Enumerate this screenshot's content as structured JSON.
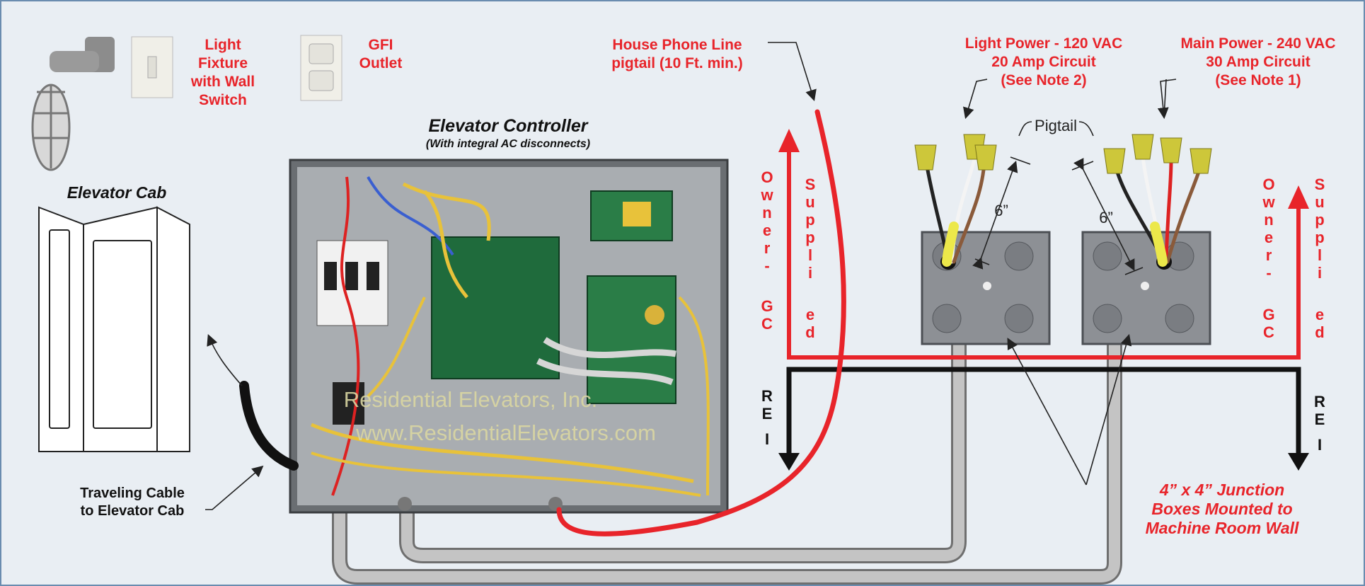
{
  "colors": {
    "label_red": "#e8242a",
    "background": "#e9eef3",
    "frame": "#6a8caf",
    "conduit": "#b7b7b7",
    "rei_line": "#111111"
  },
  "labels": {
    "light_fixture": [
      "Light",
      "Fixture",
      "with Wall",
      "Switch"
    ],
    "gfi_outlet": [
      "GFI",
      "Outlet"
    ],
    "house_phone": [
      "House Phone Line",
      "pigtail (10 Ft. min.)"
    ],
    "light_power": [
      "Light Power - 120 VAC",
      "20 Amp Circuit",
      "(See Note 2)"
    ],
    "main_power": [
      "Main Power - 240 VAC",
      "30 Amp Circuit",
      "(See Note 1)"
    ],
    "controller_title": "Elevator Controller",
    "controller_subtitle": "(With integral AC disconnects)",
    "elevator_cab": "Elevator Cab",
    "traveling_cable": [
      "Traveling Cable",
      "to Elevator Cab"
    ],
    "pigtail": "Pigtail",
    "six_inch_left": "6”",
    "six_inch_right": "6”",
    "owner_gc_left": [
      "O",
      "w",
      "n",
      "e",
      "r",
      "-",
      "G",
      "C"
    ],
    "supplied_left": [
      "S",
      "u",
      "p",
      "p",
      "l",
      "i",
      "e",
      "d"
    ],
    "owner_gc_right": [
      "O",
      "w",
      "n",
      "e",
      "r",
      "-",
      "G",
      "C"
    ],
    "supplied_right": [
      "S",
      "u",
      "p",
      "p",
      "l",
      "i",
      "e",
      "d"
    ],
    "rei_left": [
      "R",
      "E",
      "I"
    ],
    "rei_right": [
      "R",
      "E",
      "I"
    ],
    "junction_boxes": [
      "4” x 4” Junction",
      "Boxes Mounted to",
      "Machine Room Wall"
    ],
    "watermark": [
      "Residential Elevators, Inc.",
      "www.ResidentialElevators.com"
    ]
  }
}
